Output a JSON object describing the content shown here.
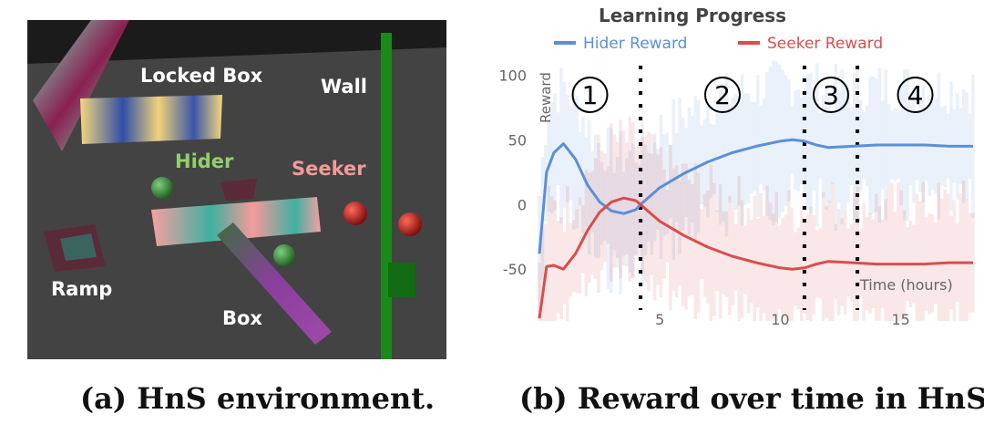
{
  "scene": {
    "labels": {
      "locked_box": "Locked Box",
      "wall": "Wall",
      "hider": "Hider",
      "seeker": "Seeker",
      "ramp": "Ramp",
      "box": "Box"
    },
    "colors": {
      "background": "#434343",
      "hider_label": "#8fd16a",
      "seeker_label": "#f29a9a",
      "wall": "#1a8a1a"
    }
  },
  "captions": {
    "a": "(a) HnS environment.",
    "b": "(b) Reward over time in HnS."
  },
  "chart_data": {
    "type": "line",
    "title": "Learning Progress",
    "xlabel": "Time (hours)",
    "ylabel": "Reward",
    "xlim": [
      0,
      18
    ],
    "ylim": [
      -90,
      120
    ],
    "xticks": [
      5,
      10,
      15
    ],
    "yticks": [
      100,
      50,
      0,
      -50
    ],
    "legend_position": "top",
    "phase_boundaries": [
      4.2,
      11.0,
      13.2
    ],
    "phase_labels": [
      "1",
      "2",
      "3",
      "4"
    ],
    "phase_label_x": [
      2.1,
      7.6,
      12.1,
      15.6
    ],
    "series": [
      {
        "name": "Hider Reward",
        "color": "#5b8fd9",
        "x": [
          0.0,
          0.3,
          0.6,
          1.0,
          1.5,
          2.0,
          2.5,
          3.0,
          3.5,
          4.0,
          4.2,
          4.5,
          5.0,
          6.0,
          7.0,
          8.0,
          9.0,
          10.0,
          10.5,
          11.0,
          11.5,
          12.0,
          13.0,
          14.0,
          15.0,
          16.0,
          17.0,
          18.0
        ],
        "values": [
          -38,
          25,
          40,
          47,
          35,
          15,
          2,
          -5,
          -7,
          -4,
          0,
          5,
          13,
          24,
          33,
          40,
          45,
          49,
          50,
          49,
          46,
          44,
          45,
          46,
          46,
          46,
          45,
          45
        ]
      },
      {
        "name": "Seeker Reward",
        "color": "#dc4c4c",
        "x": [
          0.0,
          0.3,
          0.6,
          1.0,
          1.5,
          2.0,
          2.5,
          3.0,
          3.5,
          4.0,
          4.2,
          4.5,
          5.0,
          6.0,
          7.0,
          8.0,
          9.0,
          10.0,
          10.5,
          11.0,
          11.5,
          12.0,
          13.0,
          14.0,
          15.0,
          16.0,
          17.0,
          18.0
        ],
        "values": [
          -88,
          -48,
          -47,
          -50,
          -38,
          -20,
          -6,
          2,
          5,
          3,
          0,
          -5,
          -13,
          -24,
          -33,
          -40,
          -45,
          -49,
          -50,
          -49,
          -46,
          -44,
          -45,
          -46,
          -46,
          -46,
          -45,
          -45
        ]
      }
    ]
  }
}
